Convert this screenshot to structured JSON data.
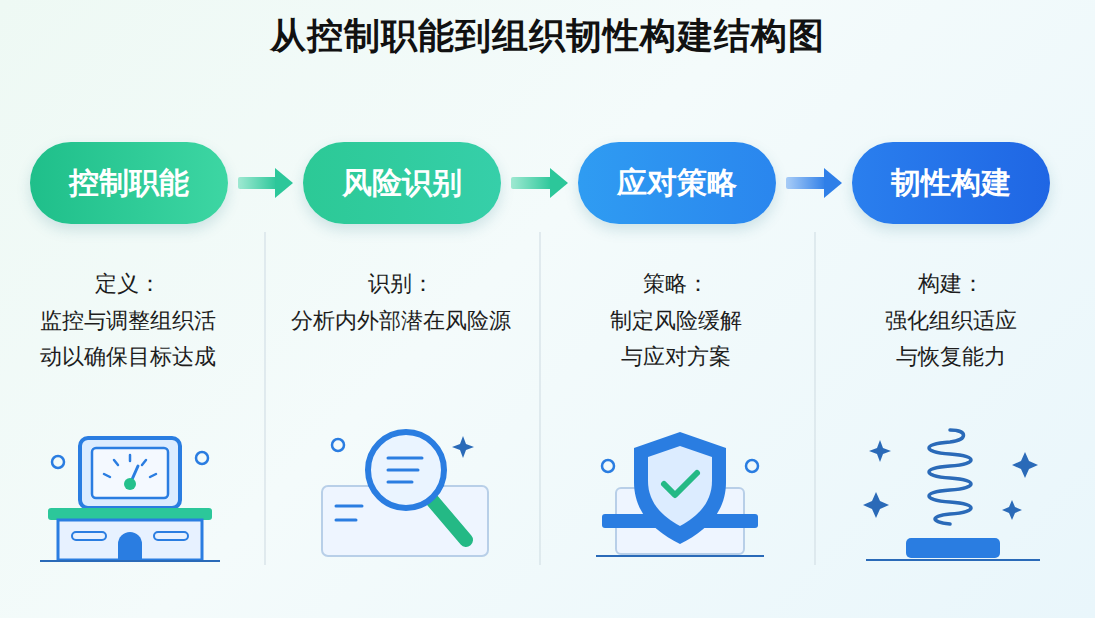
{
  "diagram": {
    "title": "从控制职能到组织韧性构建结构图",
    "nodes": [
      {
        "text": [
          "控制职能"
        ]
      },
      {
        "text": [
          "风险识别"
        ]
      },
      {
        "text": [
          "应对策略"
        ]
      },
      {
        "text": [
          "韧性构建"
        ]
      }
    ],
    "edges": [
      {
        "from": 0,
        "to": 1,
        "arrow": "to"
      },
      {
        "from": 1,
        "to": 2,
        "arrow": "to"
      },
      {
        "from": 2,
        "to": 3,
        "arrow": "to"
      }
    ],
    "labels": [
      "定义：",
      "监控与调整组织活 动以确保目标达成",
      "识别：",
      "分析内外部潜在风险源",
      "策略：",
      "制定风险缓解 与应对方案",
      "构建：",
      "强化组织适应 与恢复能力"
    ]
  }
}
